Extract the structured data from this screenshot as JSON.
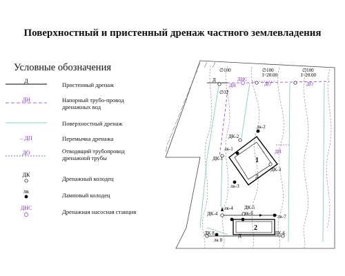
{
  "title": "Поверхностный и пристенный дренаж частного землевладения",
  "legend": {
    "heading": "Условные обозначения",
    "items": [
      {
        "code": "Д",
        "label": "Пристенный дренаж"
      },
      {
        "code": "ДН",
        "label_lines": [
          "Напорный трубо-провод",
          "дренажных вод"
        ]
      },
      {
        "code": "",
        "label": "Поверхностный дренаж"
      },
      {
        "code": "– ДП",
        "label": "Перемычка дренажа"
      },
      {
        "code": "ДО",
        "label_lines": [
          "Отводящий трубопровод",
          "дренажной трубы"
        ]
      },
      {
        "code": "ДК",
        "label": "Дренажный колодец"
      },
      {
        "code": "лк",
        "label": "Ламповый колодец"
      },
      {
        "code": "ДНС",
        "label": "Дренажная насосная станция"
      }
    ]
  },
  "plan": {
    "pipe_labels": {
      "dn": "ДН",
      "dns": "ДНС",
      "do1": "ДО",
      "do2": "ДО",
      "dp": "ДП",
      "d_wall1": "Д",
      "d_wall2": "Д",
      "d_wall3": "Д"
    },
    "dims": {
      "d100_a": "∅100",
      "d100_b": "∅100",
      "d100_c": "∅100",
      "d32": "∅32",
      "slope_b": "I=20.00",
      "slope_c": "I=20.00"
    },
    "wells": {
      "dk1": "ДК-1",
      "dk2": "ДК-2",
      "dk3": "ДК-3",
      "dk4": "ДК-4",
      "dk5": "ДК-5",
      "dk6": "ДК-6",
      "dk8": "ДК 8",
      "lk1": "лк-1",
      "lk2": "лк-2",
      "lk3": "лк-3",
      "lk4": "лк-4",
      "lk6": "лк-6",
      "lk7": "лк-7",
      "lk8": "лк 8"
    },
    "buildings": {
      "b1": "1",
      "b2": "2"
    }
  },
  "colors": {
    "drain": "#000000",
    "pressure": "#8a2be2",
    "surface": "#7fd0c4",
    "outlet": "#7b2fbe",
    "contour": "#8a7a66"
  }
}
